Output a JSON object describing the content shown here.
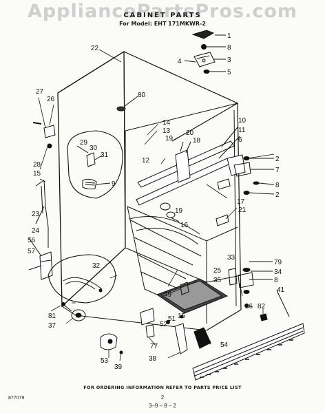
{
  "watermark": "AppliancePartsPros.com",
  "title": "CABINET PARTS",
  "subtitle": "For Model: EHT 171MKWR-2",
  "callouts": {
    "c1": "1",
    "c8a": "8",
    "c3": "3",
    "c4": "4",
    "c5": "5",
    "c22": "22",
    "c27": "27",
    "c26": "26",
    "c80": "80",
    "c14": "14",
    "c13": "13",
    "c20": "20",
    "c10": "10",
    "c11": "11",
    "c6": "6",
    "c2a": "2",
    "c7": "7",
    "c29": "29",
    "c30": "30",
    "c31": "31",
    "c19a": "19",
    "c18": "18",
    "c12": "12",
    "c28": "28",
    "c15a": "15",
    "c9": "9",
    "c8b": "8",
    "c2b": "2",
    "c17": "17",
    "c21": "21",
    "c23": "23",
    "c19b": "19",
    "c16": "16",
    "c24": "24",
    "c56": "56",
    "c57": "57",
    "c32": "32",
    "c33": "33",
    "c79": "79",
    "c34": "34",
    "c8c": "8",
    "c41": "41",
    "c25": "25",
    "c49": "49",
    "c35": "35",
    "c36": "36",
    "c82": "82",
    "c81": "81",
    "c15b": "15",
    "c51": "51",
    "c37": "37",
    "c52": "52",
    "c54": "54",
    "c77": "77",
    "c53": "53",
    "c39": "39",
    "c38": "38"
  },
  "footer_note": "FOR ORDERING INFORMATION REFER TO PARTS PRICE LIST",
  "drawing_no": "877079",
  "page_no": "2",
  "date_code": "3–9 – 8 – 2"
}
